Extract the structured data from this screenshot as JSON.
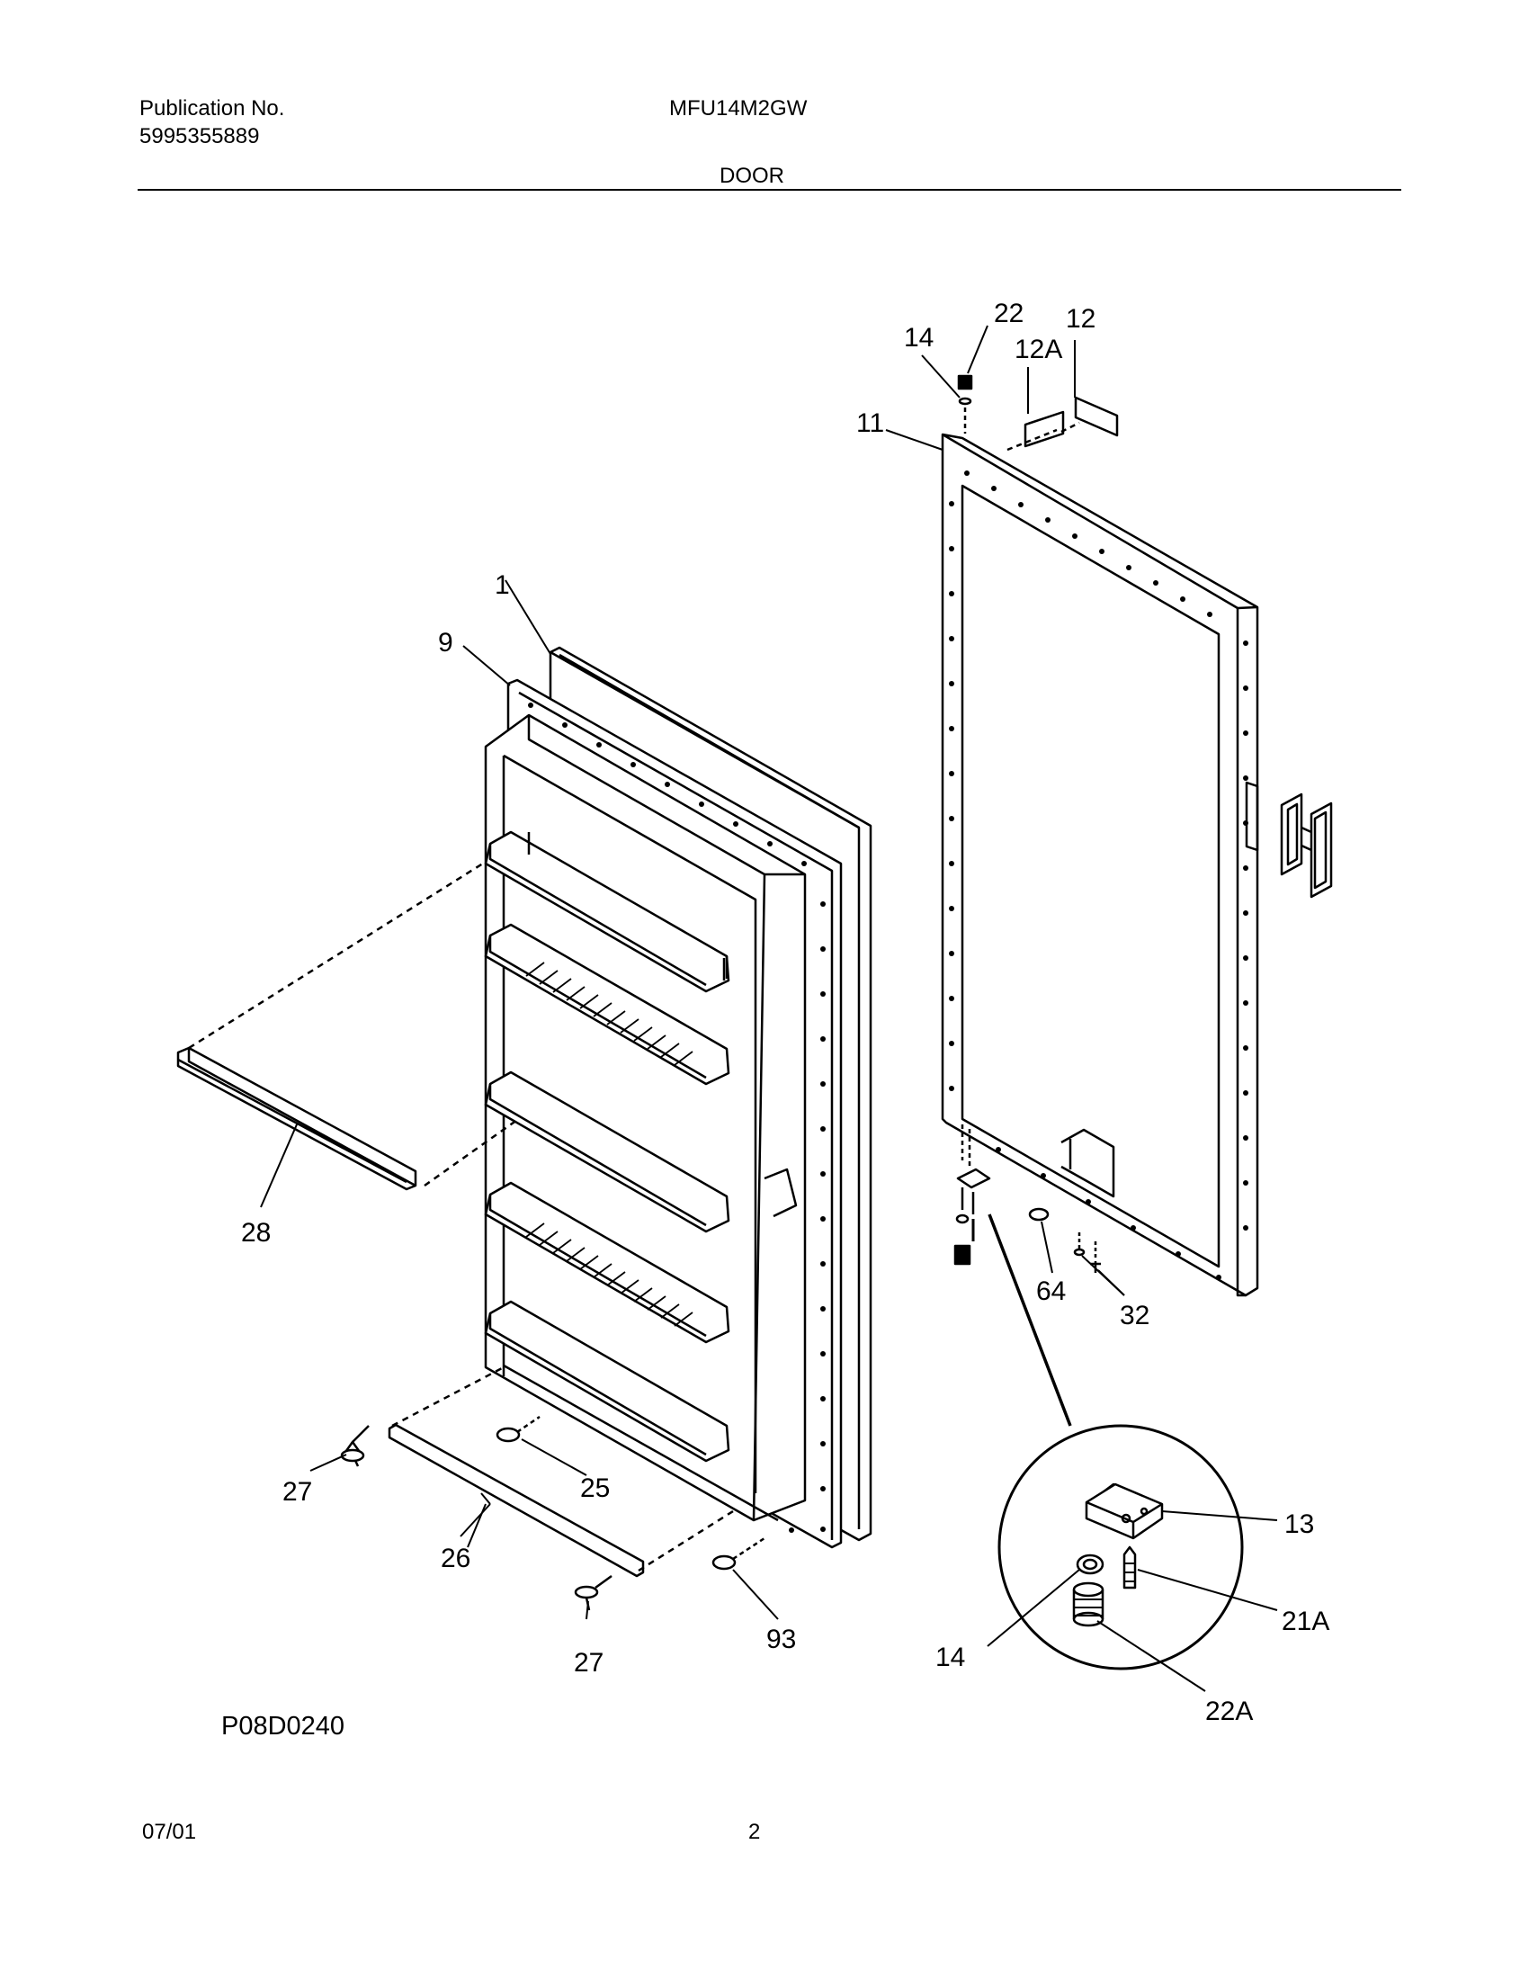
{
  "header": {
    "publication_label": "Publication No.",
    "publication_number": "5995355889",
    "model": "MFU14M2GW",
    "section_title": "DOOR"
  },
  "callouts": {
    "c1": "1",
    "c9": "9",
    "c11": "11",
    "c12": "12",
    "c12a": "12A",
    "c14_top": "14",
    "c22_top": "22",
    "c28": "28",
    "c27_left": "27",
    "c25": "25",
    "c26": "26",
    "c27_bottom": "27",
    "c93": "93",
    "c64": "64",
    "c32": "32",
    "c13": "13",
    "c21a": "21A",
    "c14_detail": "14",
    "c22a": "22A"
  },
  "diagram_code": "P08D0240",
  "footer": {
    "date": "07/01",
    "page_number": "2"
  }
}
